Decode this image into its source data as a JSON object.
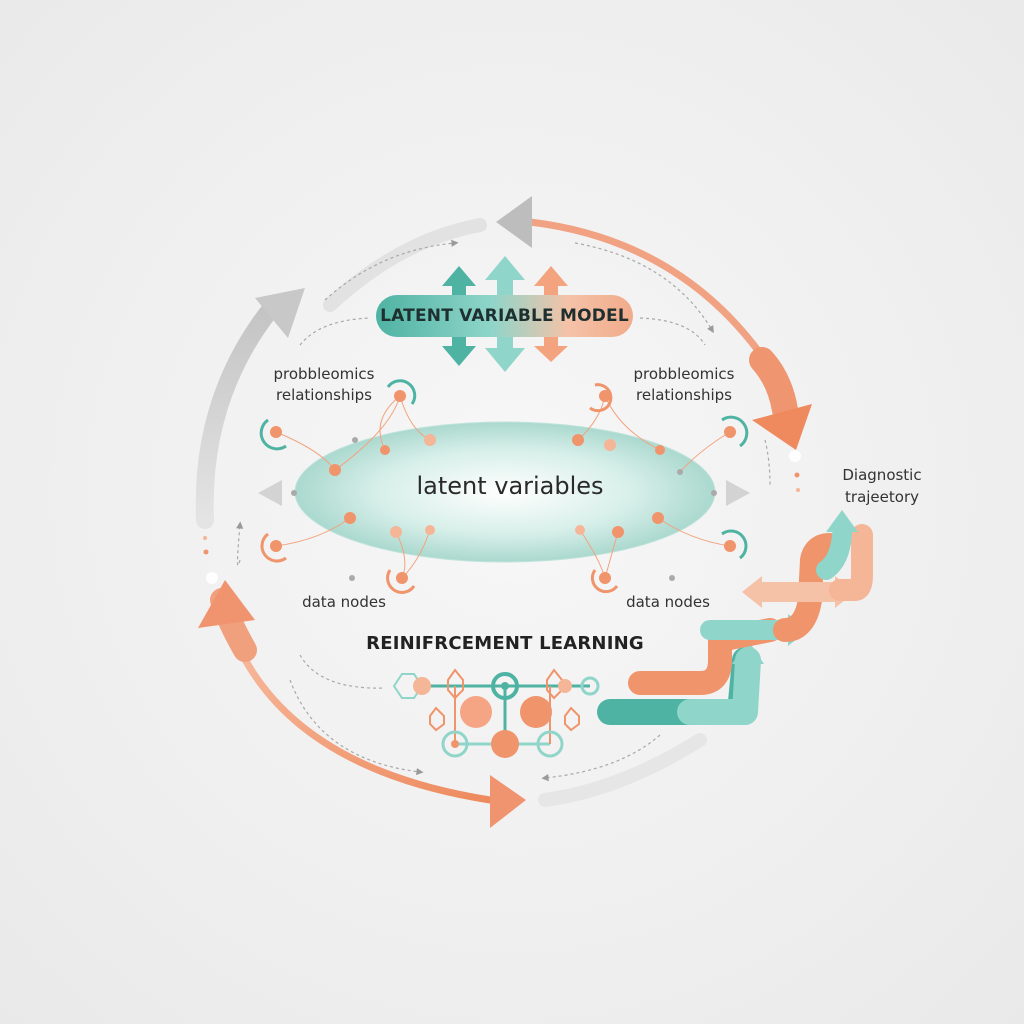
{
  "title": "LATENT VARIABLE MODEL",
  "center": "latent variables",
  "left_relationships": [
    "probbleomics",
    "relationships"
  ],
  "right_relationships": [
    "probbleomics",
    "relationships"
  ],
  "left_nodes": "data nodes",
  "right_nodes": "data nodes",
  "rl": "REINIFRCEMENT LEARNING",
  "diagnostic": [
    "Diagnostic",
    "trajeetory"
  ],
  "colors": {
    "teal": "#4fb3a3",
    "mint": "#8fd5c9",
    "coral": "#f0946b",
    "peach": "#f5c2a8",
    "gray": "#c9c9c9"
  },
  "icons": [
    "double-arrow-icon",
    "network-icon",
    "pathway-arrow-icon"
  ]
}
